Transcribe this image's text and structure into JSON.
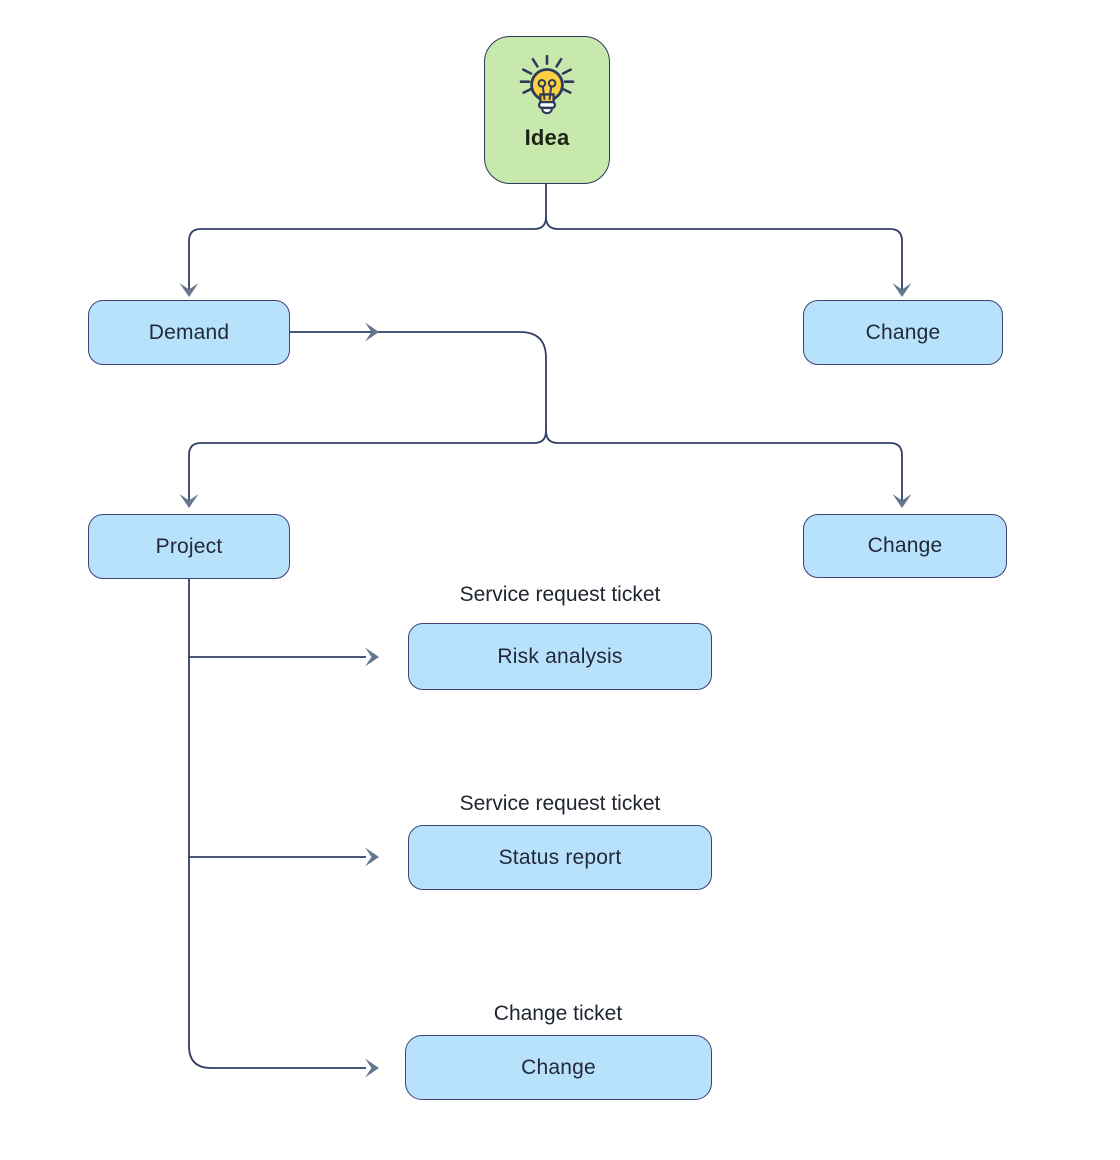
{
  "diagram": {
    "type": "flowchart",
    "nodes": {
      "idea": {
        "label": "Idea",
        "icon": "lightbulb-icon",
        "shape": "rounded-rect",
        "fill": "#c7e9ad"
      },
      "demand": {
        "label": "Demand",
        "fill": "#b8e1fb"
      },
      "change_top": {
        "label": "Change",
        "fill": "#b8e1fb"
      },
      "project": {
        "label": "Project",
        "fill": "#b8e1fb"
      },
      "change_mid": {
        "label": "Change",
        "fill": "#b8e1fb"
      },
      "risk_analysis": {
        "label": "Risk analysis",
        "caption": "Service request ticket",
        "fill": "#b8e1fb"
      },
      "status_report": {
        "label": "Status report",
        "caption": "Service request ticket",
        "fill": "#b8e1fb"
      },
      "change_bottom": {
        "label": "Change",
        "caption": "Change ticket",
        "fill": "#b8e1fb"
      }
    },
    "edges": [
      {
        "from": "idea",
        "to": "demand"
      },
      {
        "from": "idea",
        "to": "change_top"
      },
      {
        "from": "demand",
        "to": "project"
      },
      {
        "from": "demand",
        "to": "change_mid"
      },
      {
        "from": "project",
        "to": "risk_analysis"
      },
      {
        "from": "project",
        "to": "status_report"
      },
      {
        "from": "project",
        "to": "change_bottom"
      }
    ],
    "colors": {
      "background": "#ffffff",
      "node_fill_blue": "#b8e1fb",
      "node_fill_green": "#c7e9ad",
      "node_border": "#3c4377",
      "idea_border": "#2e3a59",
      "line": "#333e66",
      "arrowhead": "#64778f",
      "text": "#23293a",
      "bulb_yellow": "#fcd040",
      "bulb_outline": "#2e3a59"
    }
  }
}
